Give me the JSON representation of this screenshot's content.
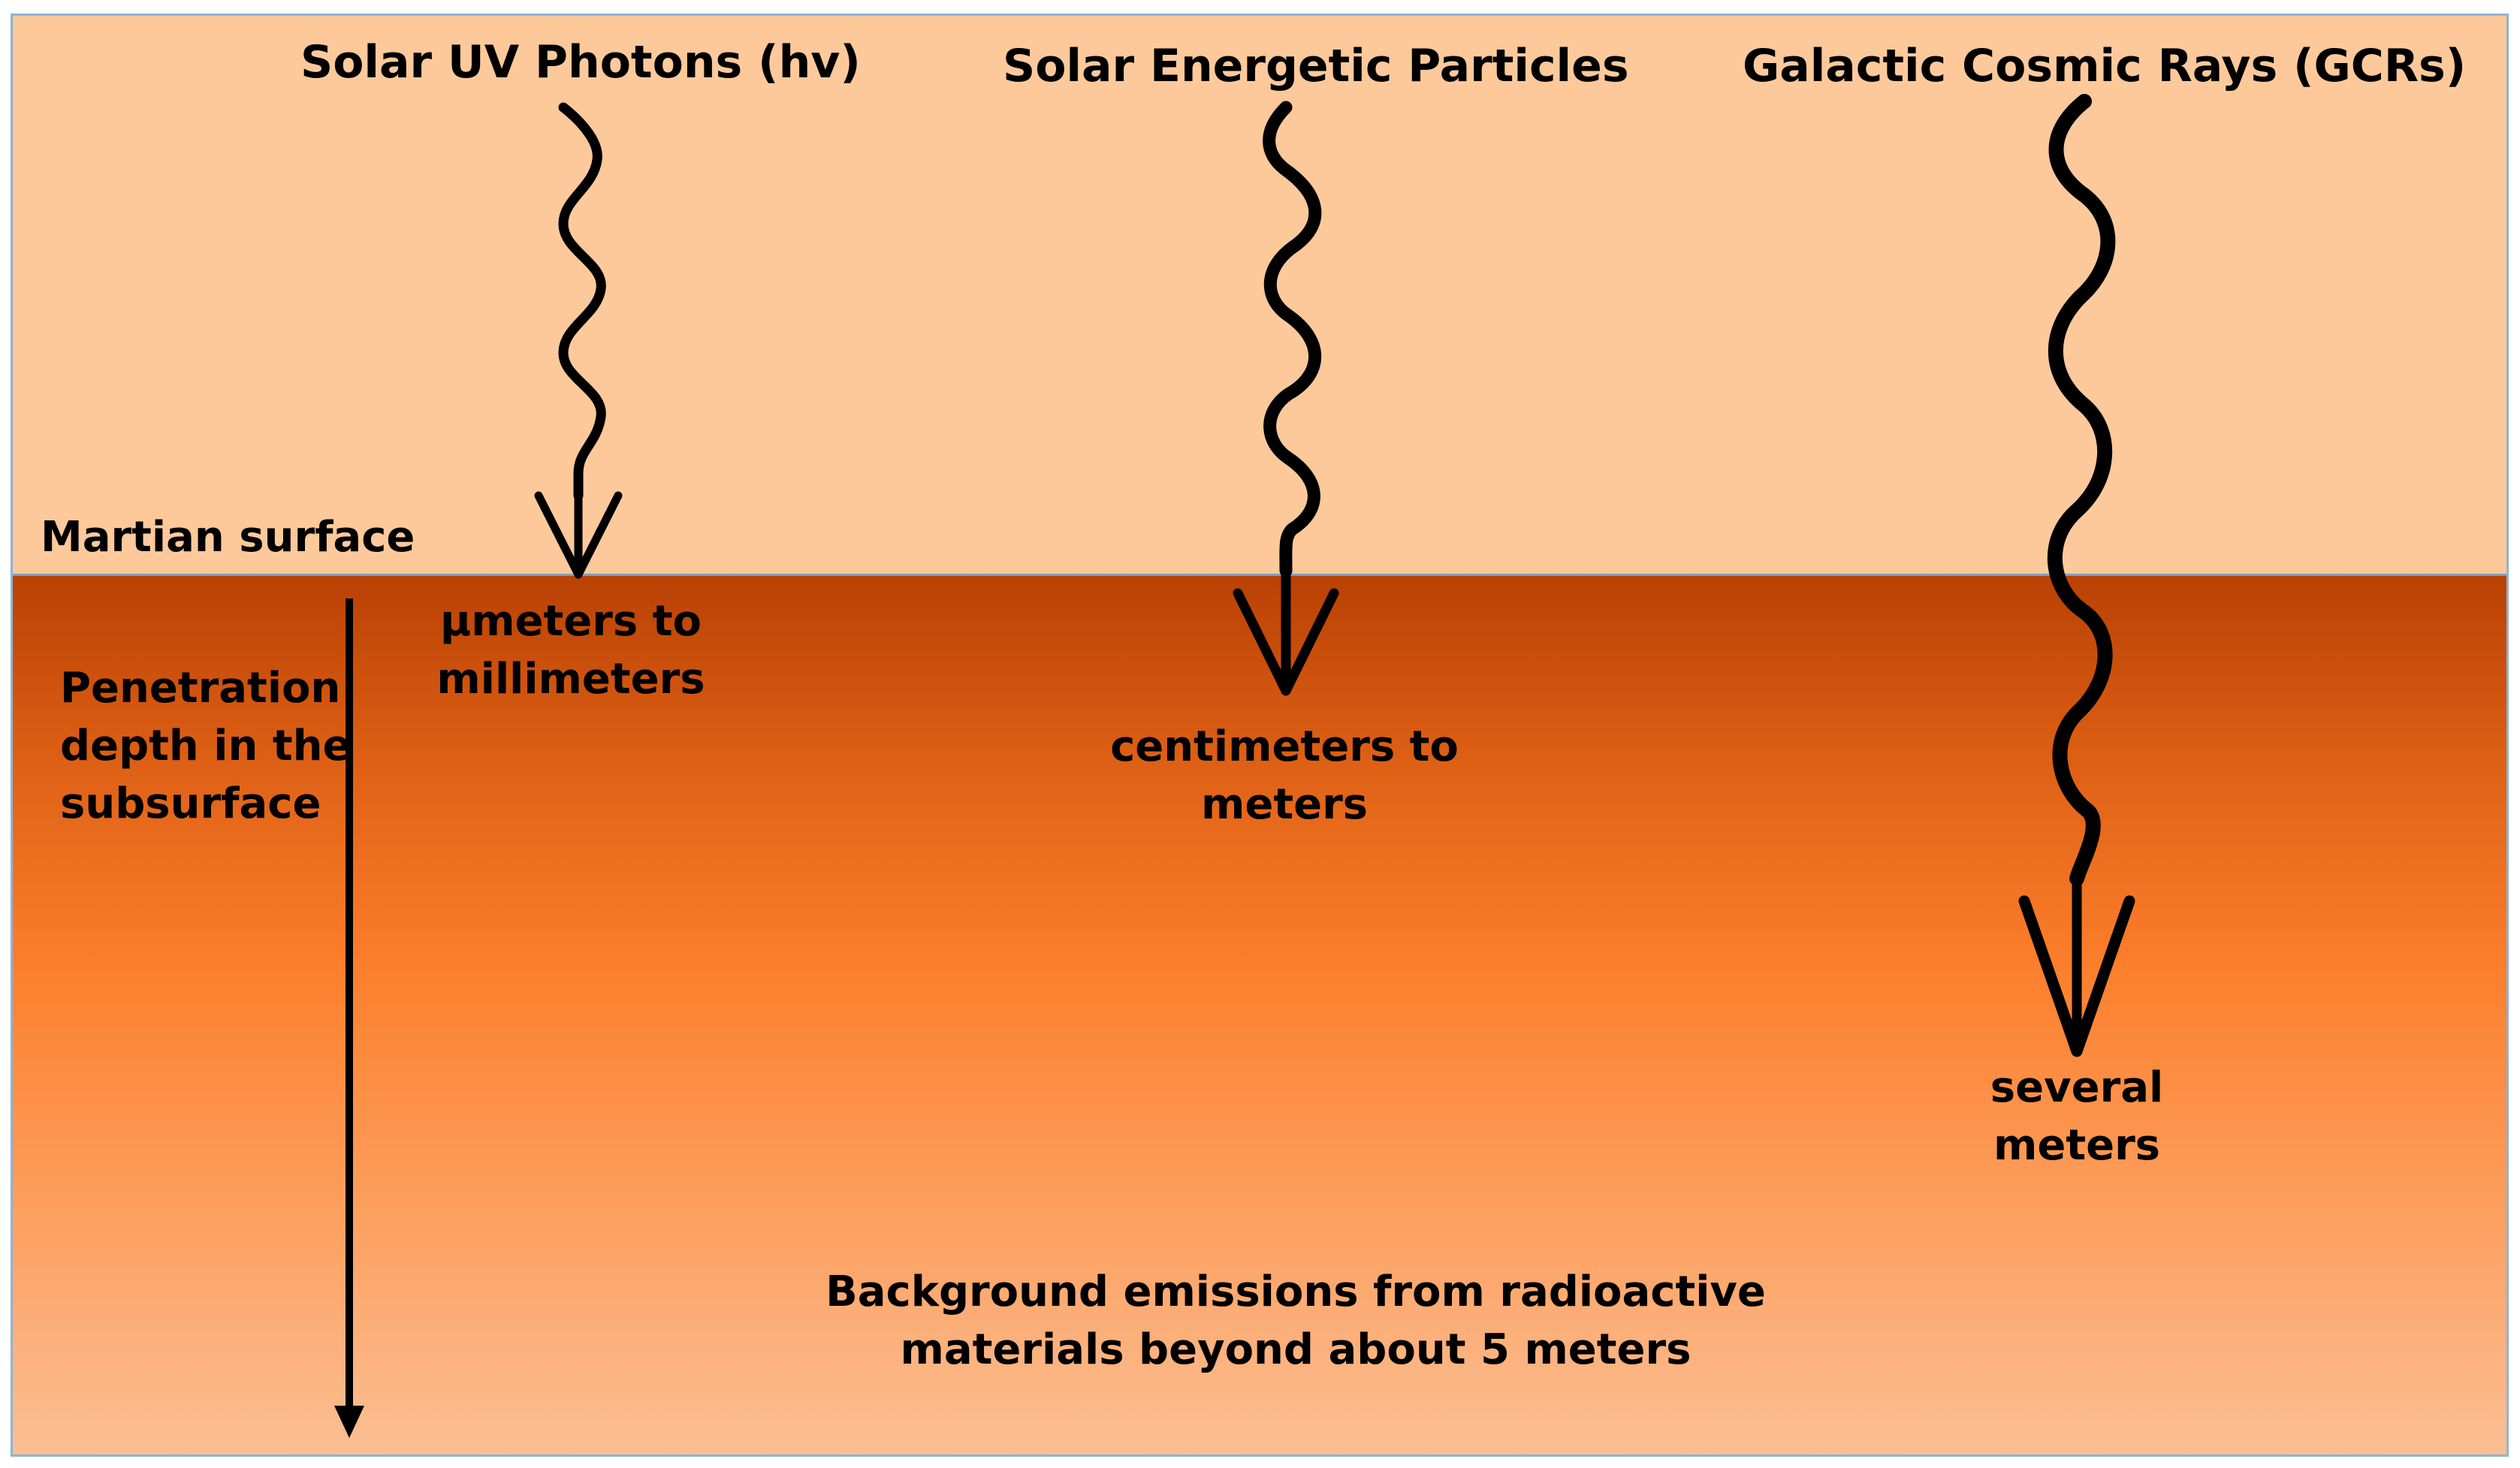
{
  "sources": {
    "uv": "Solar UV Photons (hv)",
    "sep": "Solar Energetic Particles",
    "gcr": "Galactic Cosmic Rays (GCRs)"
  },
  "surface_label": "Martian surface",
  "depth_axis": {
    "line1": "Penetration",
    "line2": "depth in the",
    "line3": "subsurface"
  },
  "depths": {
    "uv": {
      "line1": "μmeters to",
      "line2": "millimeters"
    },
    "sep": {
      "line1": "centimeters to",
      "line2": "meters"
    },
    "gcr": {
      "line1": "several",
      "line2": "meters"
    }
  },
  "background": {
    "line1": "Background emissions from radioactive",
    "line2": "materials beyond about 5 meters"
  },
  "colors": {
    "sky": "#fdc99b",
    "ground_top": "#b94104",
    "ground_mid": "#fc7e2b",
    "ground_bottom": "#fbbf94",
    "border": "#8fb4d6"
  }
}
